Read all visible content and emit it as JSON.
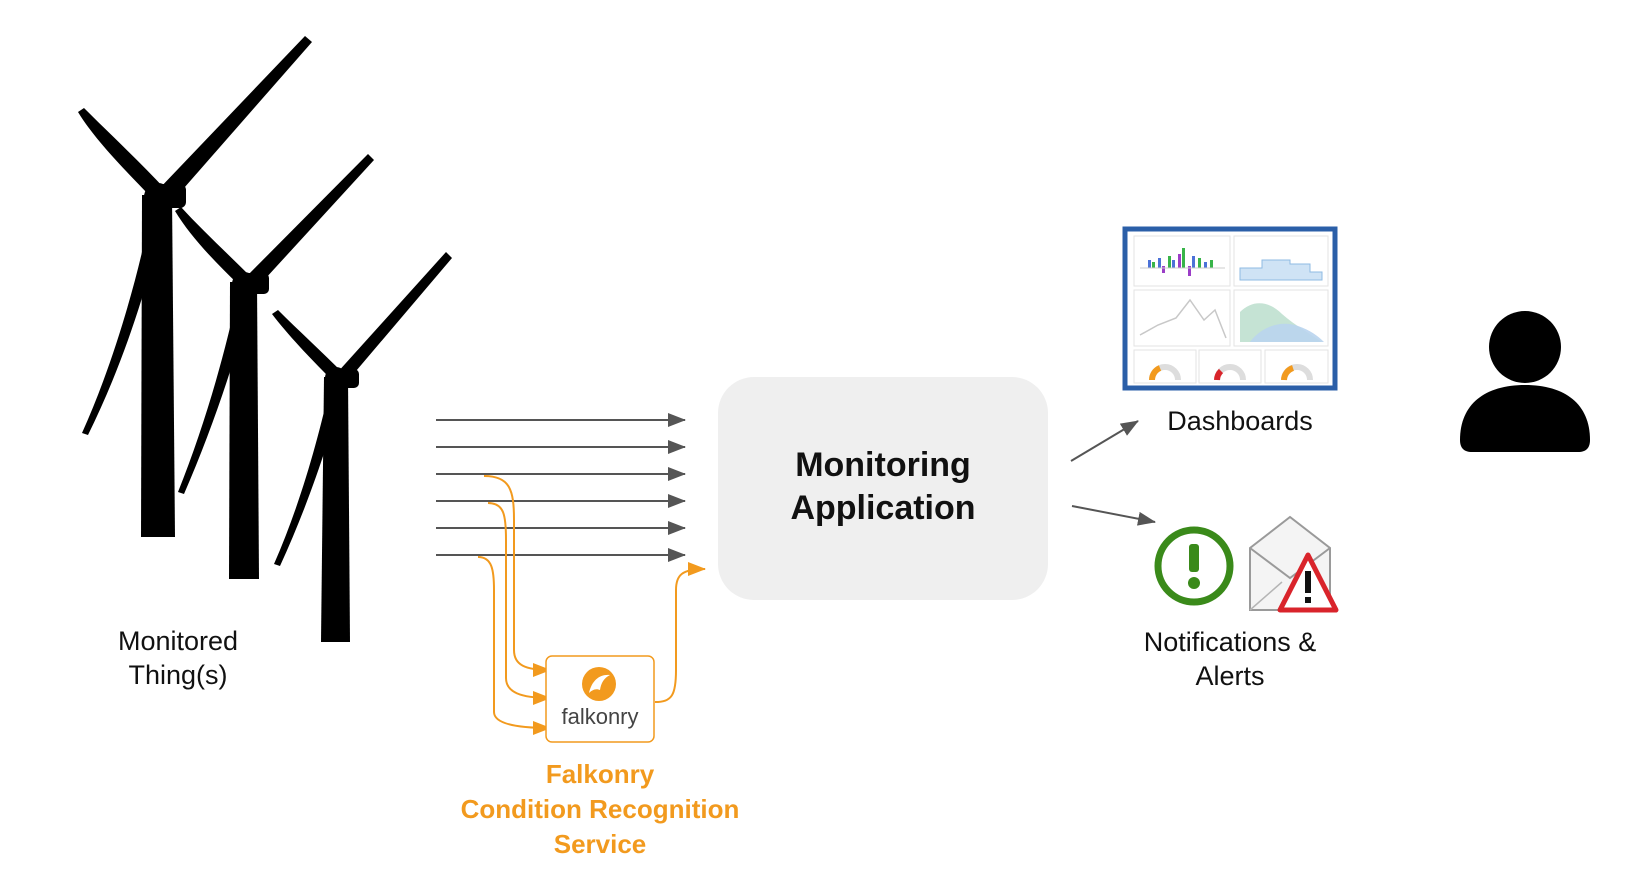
{
  "diagram": {
    "monitored_label_line1": "Monitored",
    "monitored_label_line2": "Thing(s)",
    "app_title_line1": "Monitoring",
    "app_title_line2": "Application",
    "dashboards_label": "Dashboards",
    "notifications_label_line1": "Notifications &",
    "notifications_label_line2": "Alerts",
    "falkonry_logo_text": "falkonry",
    "falkonry_service_line1": "Falkonry",
    "falkonry_service_line2": "Condition Recognition",
    "falkonry_service_line3": "Service"
  },
  "colors": {
    "data_arrow": "#555555",
    "falkonry_orange": "#f29a1e",
    "app_box": "#efefef",
    "dashboard_border": "#2b5fa8",
    "alert_green": "#3a8a1a",
    "alert_red": "#d9242b"
  },
  "icons": {
    "turbines": "wind-turbine-icon",
    "user": "user-icon",
    "dashboard": "dashboard-thumbnail-icon",
    "notification": "exclamation-circle-icon",
    "alert_mail": "mail-warning-icon",
    "falkonry_logo": "falkonry-logo-icon"
  }
}
